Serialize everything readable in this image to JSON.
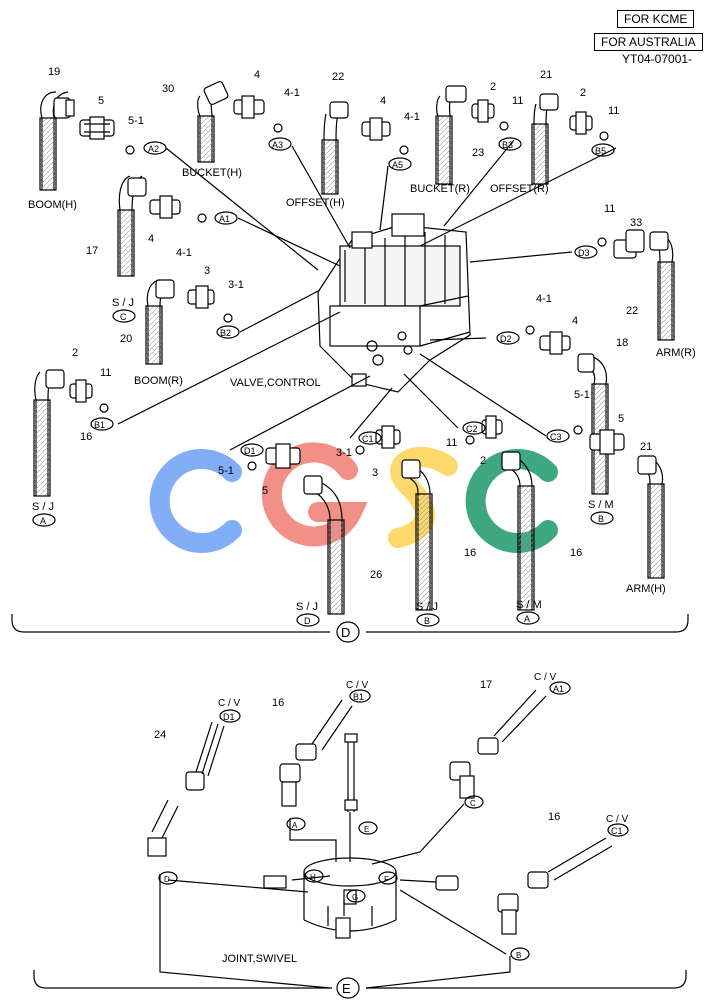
{
  "header": {
    "tag1": "FOR KCME",
    "tag2": "FOR AUSTRALIA",
    "doc_no": "YT04-07001-"
  },
  "section_d": {
    "marker": "D",
    "valve_label": "VALVE,CONTROL",
    "parts": {
      "p19": "19",
      "p5a": "5",
      "p5_1a": "5-1",
      "a2": "A2",
      "p30": "30",
      "p4a": "4",
      "p4_1a": "4-1",
      "a3": "A3",
      "p22a": "22",
      "p4b": "4",
      "p4_1b": "4-1",
      "a5": "A5",
      "p2a": "2",
      "p11a": "11",
      "p23": "23",
      "b3": "B3",
      "p21a": "21",
      "p2b": "2",
      "p11b": "11",
      "b5": "B5",
      "p17": "17",
      "p4c": "4",
      "p4_1c": "4-1",
      "a1": "A1",
      "p11c": "11",
      "p33": "33",
      "d3": "D3",
      "p22b": "22",
      "p20": "20",
      "p3a": "3",
      "p3_1a": "3-1",
      "b2": "B2",
      "p4_1d": "4-1",
      "p4d": "4",
      "d2": "D2",
      "p18": "18",
      "p2c": "2",
      "p11d": "11",
      "b1": "B1",
      "p16a": "16",
      "p5_1b": "5-1",
      "p5b": "5",
      "c3": "C3",
      "p21b": "21",
      "d1": "D1",
      "p5_1c": "5-1",
      "p5c": "5",
      "c1": "C1",
      "p3_1b": "3-1",
      "p3b": "3",
      "c2": "C2",
      "p11e": "11",
      "p2d": "2",
      "p26": "26",
      "p16b": "16",
      "p16c": "16"
    },
    "hose_labels": {
      "boom_h": "BOOM(H)",
      "bucket_h": "BUCKET(H)",
      "offset_h": "OFFSET(H)",
      "bucket_r": "BUCKET(R)",
      "offset_r": "OFFSET(R)",
      "boom_r": "BOOM(R)",
      "arm_r": "ARM(R)",
      "arm_h": "ARM(H)",
      "sj": "S / J",
      "sm": "S / M",
      "sj_c": "C",
      "sj_a": "A",
      "sj_d": "D",
      "sj_b": "B",
      "sm_b": "B",
      "sm_a": "A"
    }
  },
  "section_e": {
    "marker": "E",
    "swivel_label": "JOINT,SWIVEL",
    "cv": "C / V",
    "parts": {
      "p24": "24",
      "d1": "D1",
      "p16a": "16",
      "b1": "B1",
      "p17": "17",
      "a1": "A1",
      "p16b": "16",
      "c1": "C1"
    },
    "ports": {
      "a": "A",
      "e": "E",
      "c": "C",
      "d": "D",
      "h": "H",
      "f": "F",
      "g": "G",
      "b": "B"
    }
  },
  "watermark": {
    "letters": [
      "C",
      "G",
      "S",
      "C"
    ],
    "colors": [
      "#7BAAF7",
      "#F28B82",
      "#FDD663",
      "#34A37A"
    ]
  }
}
